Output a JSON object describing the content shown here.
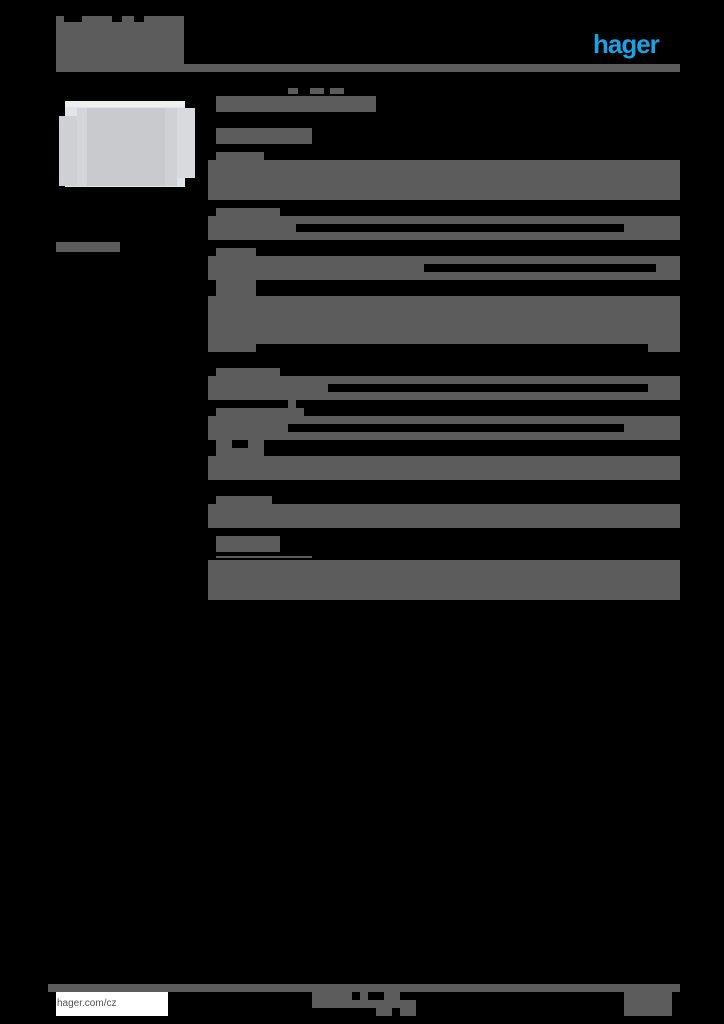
{
  "document": {
    "type": "product-datasheet",
    "brand": "hager",
    "brand_color": "#1fa0e3",
    "redaction_color": "#5b5c5b",
    "footer": {
      "url": "hager.com/cz"
    },
    "sections": [
      {
        "id": "header-title",
        "redacted": true
      },
      {
        "id": "product-title",
        "redacted": true
      },
      {
        "id": "product-subtitle",
        "redacted": true
      },
      {
        "id": "description",
        "redacted": true
      },
      {
        "id": "spec-1",
        "redacted": true
      },
      {
        "id": "spec-2",
        "redacted": true
      },
      {
        "id": "spec-3",
        "redacted": true
      },
      {
        "id": "spec-4",
        "redacted": true
      },
      {
        "id": "spec-5",
        "redacted": true
      },
      {
        "id": "spec-6",
        "redacted": true
      },
      {
        "id": "spec-7",
        "redacted": true
      },
      {
        "id": "spec-8",
        "redacted": true
      }
    ]
  }
}
